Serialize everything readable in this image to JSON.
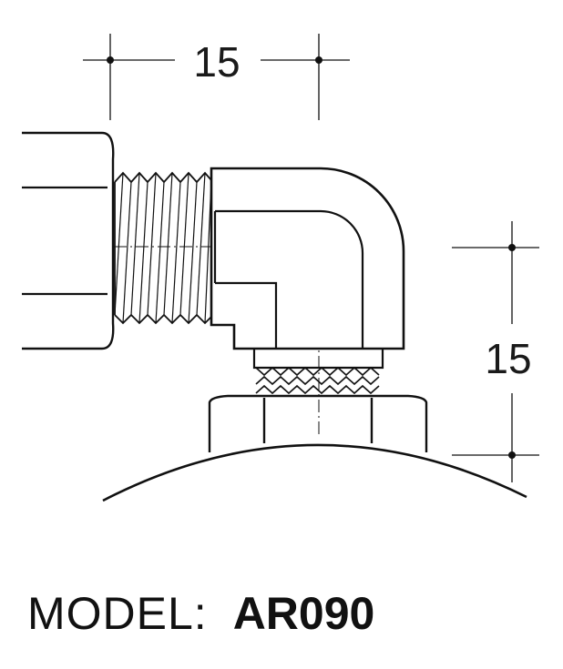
{
  "dimensions": {
    "horizontal": "15",
    "vertical": "15"
  },
  "model": {
    "prefix": "MODEL:",
    "code": "AR090"
  },
  "colors": {
    "line": "#111111",
    "background": "#ffffff"
  }
}
